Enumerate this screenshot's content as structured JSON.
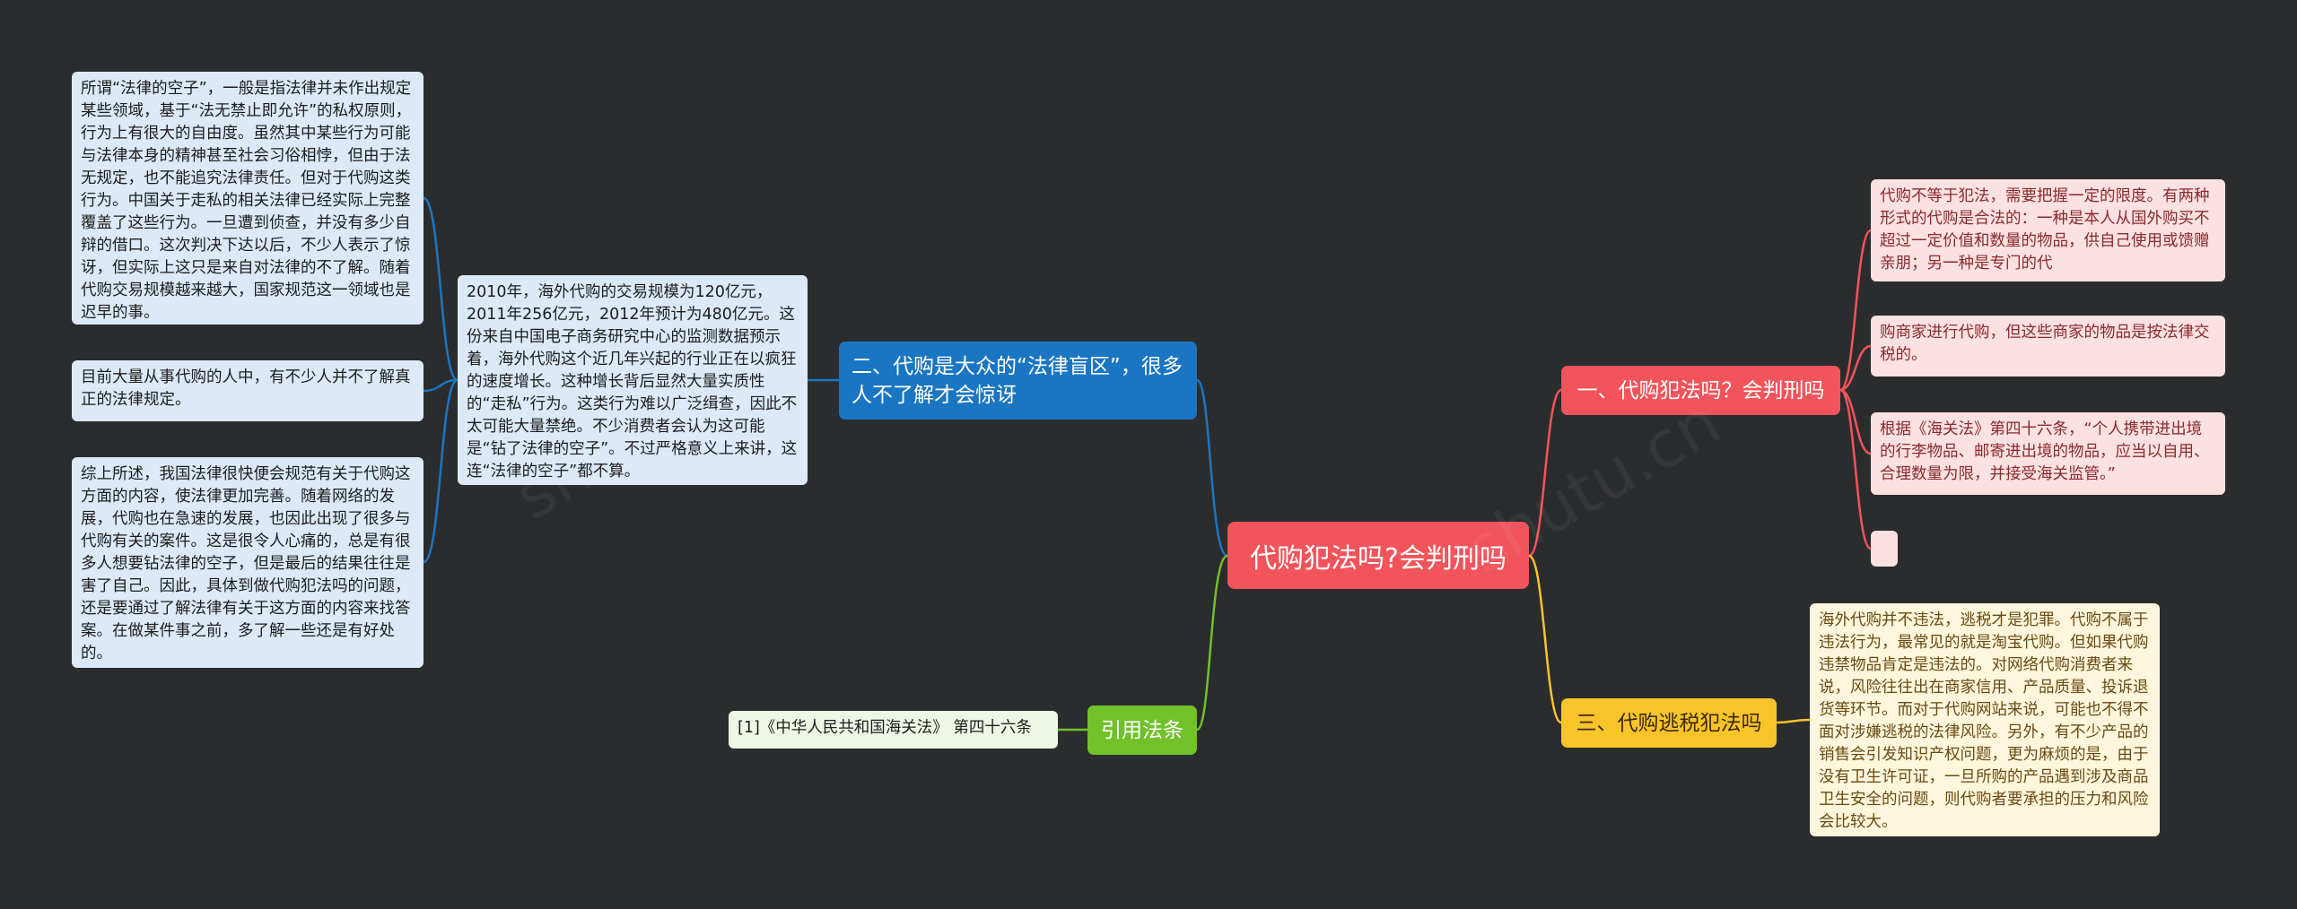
{
  "root": {
    "title": "代购犯法吗?会判刑吗"
  },
  "branches": {
    "b2": {
      "label": "二、代购是大众的“法律盲区”，很多人不了解才会惊讶",
      "color": "#1a76c2"
    },
    "ref": {
      "label": "引用法条",
      "color": "#71c12a"
    },
    "b1": {
      "label": "一、代购犯法吗？会判刑吗",
      "color": "#f2545b"
    },
    "b3": {
      "label": "三、代购逃税犯法吗",
      "color": "#f8c42a"
    }
  },
  "leaves": {
    "blue_1": "所谓“法律的空子”，一般是指法律并未作出规定某些领域，基于“法无禁止即允许”的私权原则，行为上有很大的自由度。虽然其中某些行为可能与法律本身的精神甚至社会习俗相悖，但由于法无规定，也不能追究法律责任。但对于代购这类行为。中国关于走私的相关法律已经实际上完整覆盖了这些行为。一旦遭到侦查，并没有多少自辩的借口。这次判决下达以后，不少人表示了惊讶，但实际上这只是来自对法律的不了解。随着代购交易规模越来越大，国家规范这一领域也是迟早的事。",
    "blue_2": "目前大量从事代购的人中，有不少人并不了解真正的法律规定。",
    "blue_3": "综上所述，我国法律很快便会规范有关于代购这方面的内容，使法律更加完善。随着网络的发展，代购也在急速的发展，也因此出现了很多与代购有关的案件。这是很令人心痛的，总是有很多人想要钻法律的空子，但是最后的结果往往是害了自己。因此，具体到做代购犯法吗的问题，还是要通过了解法律有关于这方面的内容来找答案。在做某件事之前，多了解一些还是有好处的。",
    "blue_4": "2010年，海外代购的交易规模为120亿元，2011年256亿元，2012年预计为480亿元。这份来自中国电子商务研究中心的监测数据预示着，海外代购这个近几年兴起的行业正在以疯狂的速度增长。这种增长背后显然大量实质性的“走私”行为。这类行为难以广泛缉查，因此不太可能大量禁绝。不少消费者会认为这可能是“钻了法律的空子”。不过严格意义上来讲，这连“法律的空子”都不算。",
    "green_1": "[1]《中华人民共和国海关法》 第四十六条",
    "red_1": "代购不等于犯法，需要把握一定的限度。有两种形式的代购是合法的：一种是本人从国外购买不超过一定价值和数量的物品，供自己使用或馈赠亲朋；另一种是专门的代",
    "red_2": "购商家进行代购，但这些商家的物品是按法律交税的。",
    "red_3": "根据《海关法》第四十六条，“个人携带进出境的行李物品、邮寄进出境的物品，应当以自用、合理数量为限，并接受海关监管。”",
    "yellow_1": "海外代购并不违法，逃税才是犯罪。代购不属于违法行为，最常见的就是淘宝代购。但如果代购违禁物品肯定是违法的。对网络代购消费者来说，风险往往出在商家信用、产品质量、投诉退货等环节。而对于代购网站来说，可能也不得不面对涉嫌逃税的法律风险。另外，有不少产品的销售会引发知识产权问题，更为麻烦的是，由于没有卫生许可证，一旦所购的产品遇到涉及商品卫生安全的问题，则代购者要承担的压力和风险会比较大。"
  },
  "colors": {
    "background": "#2b2c2e",
    "root": "#f2545b",
    "blue": "#1a76c2",
    "green": "#71c12a",
    "red": "#f2545b",
    "yellow": "#f8c42a"
  }
}
